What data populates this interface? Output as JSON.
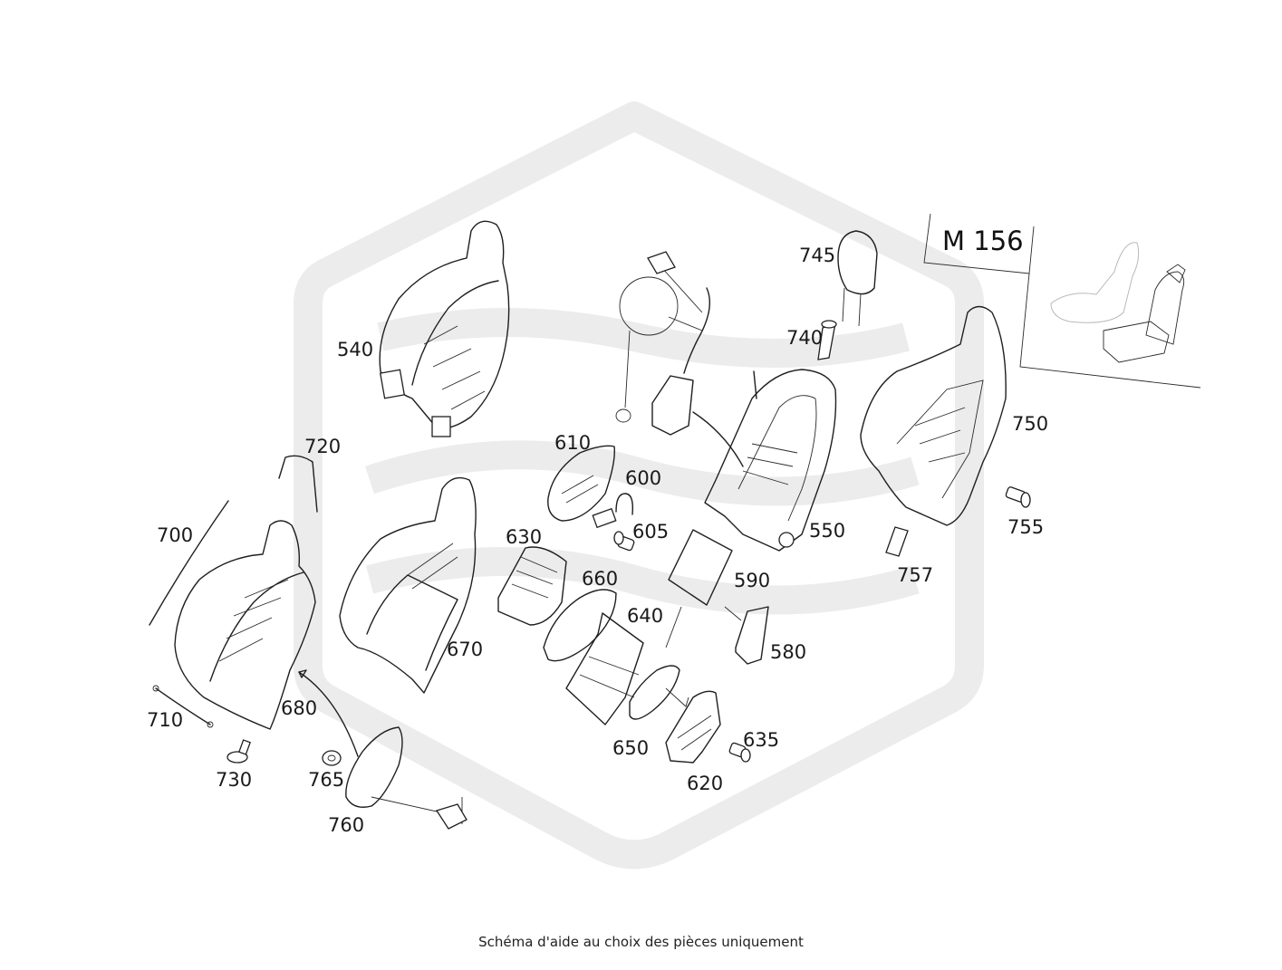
{
  "model_badge": "M 156",
  "caption": "Schéma d'aide au choix des pièces uniquement",
  "colors": {
    "line": "#1f1f1f",
    "watermark": "#ececec",
    "background": "#ffffff"
  },
  "callouts": {
    "c540": "540",
    "c720": "720",
    "c700": "700",
    "c710": "710",
    "c730": "730",
    "c680": "680",
    "c765": "765",
    "c760": "760",
    "c670": "670",
    "c630": "630",
    "c610": "610",
    "c600": "600",
    "c605": "605",
    "c660": "660",
    "c640": "640",
    "c650": "650",
    "c620": "620",
    "c635": "635",
    "c590": "590",
    "c580": "580",
    "c550": "550",
    "c745": "745",
    "c740": "740",
    "c750": "750",
    "c755": "755",
    "c757": "757"
  }
}
